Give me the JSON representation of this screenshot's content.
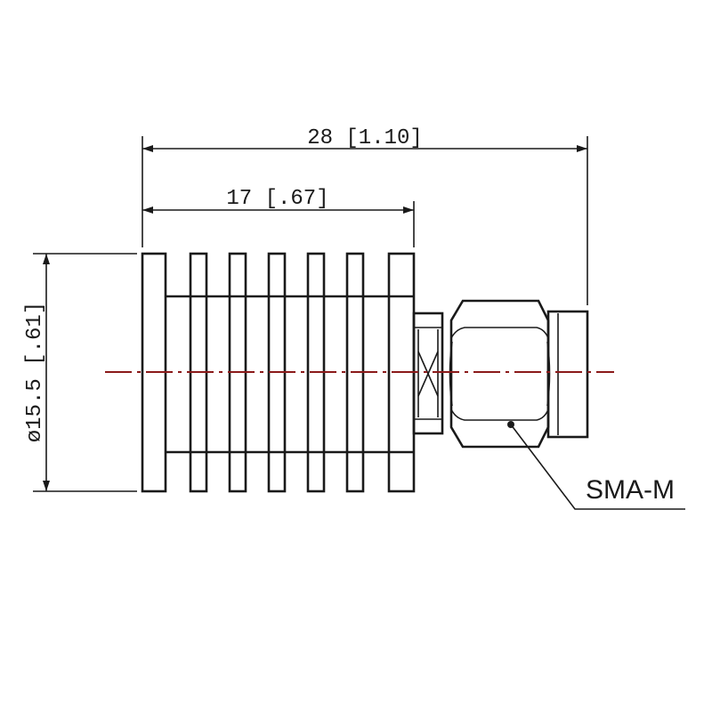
{
  "dimensions": {
    "overall_length": "28 [1.10]",
    "body_length": "17 [.67]",
    "diameter": "ø15.5 [.61]"
  },
  "callout": {
    "connector_label": "SMA-M"
  },
  "colors": {
    "line": "#1a1a1a",
    "centerline": "#8b1a1a",
    "background": "#ffffff"
  }
}
